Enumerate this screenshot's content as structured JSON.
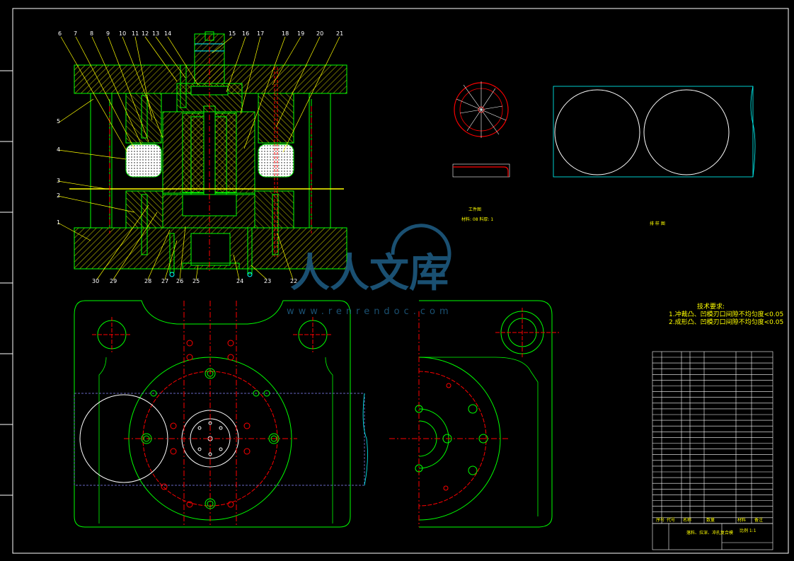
{
  "colors": {
    "background": "#000000",
    "outline": "#00ff00",
    "hatch": "#ffff00",
    "centerline": "#ff0000",
    "frame": "#ffffff",
    "leader": "#ffff00",
    "watermark": "#1f5f86",
    "cyan": "#00ffff"
  },
  "part_numbers_top": [
    "6",
    "7",
    "8",
    "9",
    "10",
    "11",
    "12",
    "13",
    "14",
    "15",
    "16",
    "17",
    "18",
    "19",
    "20",
    "21"
  ],
  "part_numbers_left": [
    "5",
    "4",
    "3",
    "2",
    "1"
  ],
  "part_numbers_bottom": [
    "30",
    "29",
    "28",
    "27",
    "26",
    "25",
    "24",
    "23",
    "22"
  ],
  "workpiece_title": "工件图",
  "workpiece_spec": "材料: 08   料厚: 1",
  "layout_title": "排 样 图",
  "tech_req": {
    "title": "技术要求:",
    "line1": "1.冲裁凸、凹模刃口间隙不均匀度<0.05",
    "line2": "2.成形凸、凹模刃口间隙不均匀度<0.05"
  },
  "watermark": {
    "text": "人人文库",
    "url": "www.renrendoc.com"
  },
  "title_block": {
    "name": "落料、拉深、冲孔复合模",
    "scale_label": "比例 1:1"
  },
  "bom_header": [
    "序号",
    "代号",
    "名称",
    "数量",
    "材料",
    "备注"
  ]
}
